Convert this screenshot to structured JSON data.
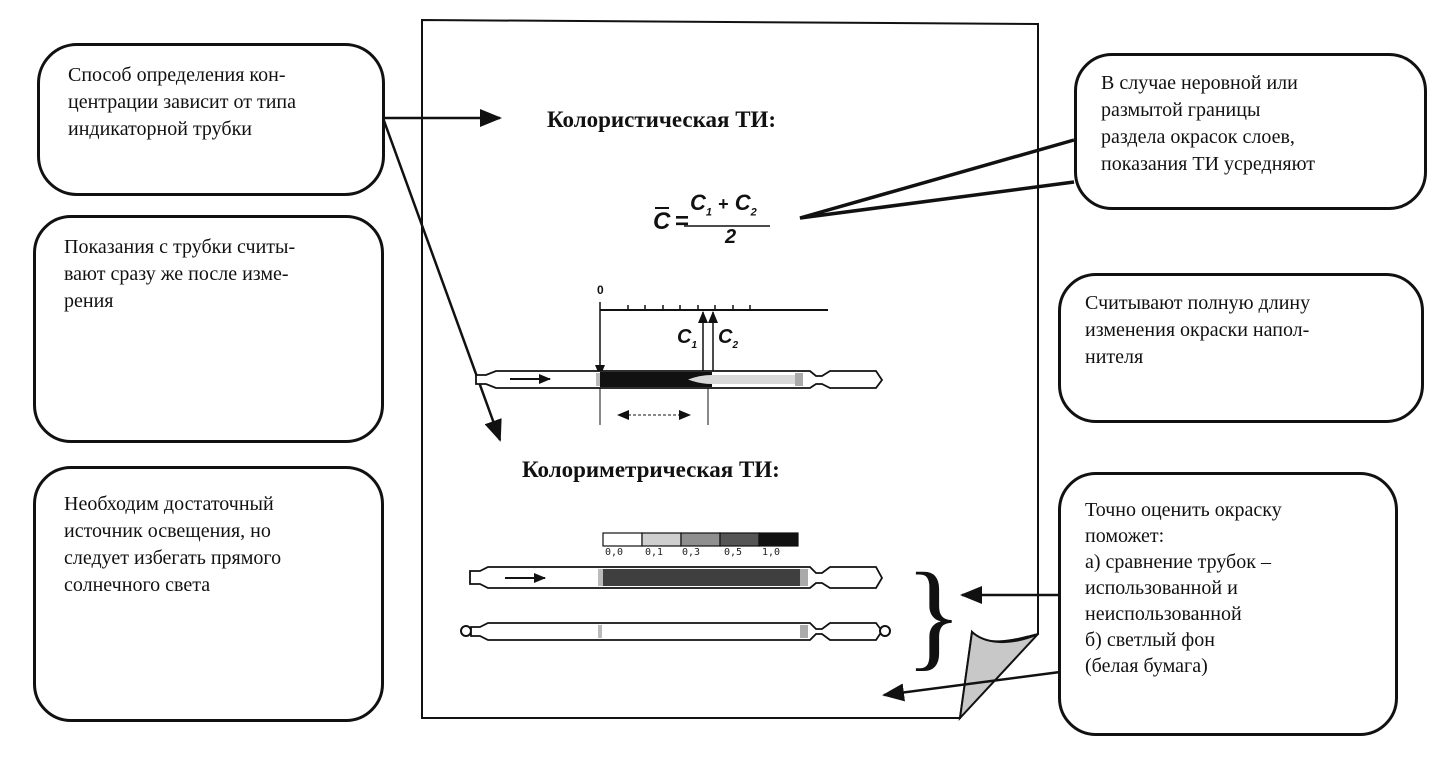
{
  "callouts": {
    "method": "Способ определения кон-\nцентрации зависит от типа\nиндикаторной трубки",
    "read_immediately": "Показания с трубки считы-\nвают сразу же после изме-\nрения",
    "lighting": "Необходим достаточный\nисточник освещения, но\nследует избегать прямого\nсолнечного света",
    "averaging": "В случае неровной или\nразмытой границы\nраздела окрасок слоев,\nпоказания ТИ усредняют",
    "full_length": "Считывают полную длину\nизменения окраски напол-\nнителя",
    "compare": "Точно оценить окраску\nпоможет:\nа) сравнение трубок –\n  использованной и\n  неиспользованной\nб) светлый фон\n  (белая бумага)"
  },
  "page": {
    "heading_coloristic": "Колористическая ТИ:",
    "heading_colorimetric": "Колориметрическая ТИ:",
    "formula": {
      "lhs": "C",
      "equals": "=",
      "numerator_c1": "C",
      "numerator_c1_sub": "1",
      "plus": "+",
      "numerator_c2": "C",
      "numerator_c2_sub": "2",
      "denominator": "2"
    },
    "ruler": {
      "zero_label": "0",
      "c1_label": "C",
      "c1_sub": "1",
      "c2_label": "C",
      "c2_sub": "2"
    },
    "color_scale": {
      "labels": [
        "0,0",
        "0,1",
        "0,3",
        "0,5",
        "1,0"
      ],
      "colors": [
        "#ffffff",
        "#cfcfcf",
        "#8f8f8f",
        "#555555",
        "#111111"
      ]
    }
  },
  "icons": {
    "clock": "crossed-out-clock",
    "sun": "crossed-out-sun"
  }
}
